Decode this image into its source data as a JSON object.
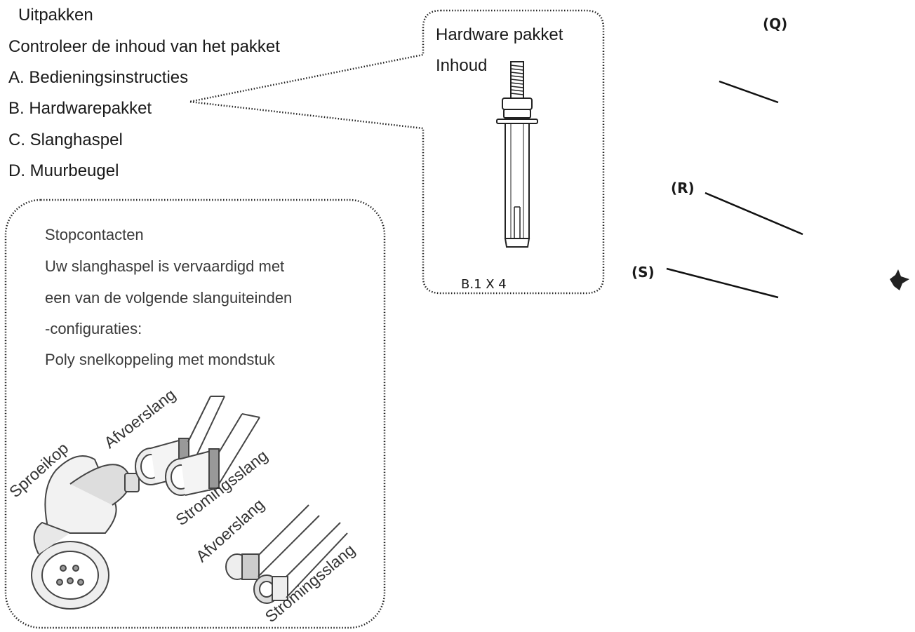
{
  "unpack": {
    "title": "Uitpakken",
    "subtitle": "Controleer de inhoud van het pakket",
    "items": [
      "A. Bedieningsinstructies",
      "B. Hardwarepakket",
      "C. Slanghaspel",
      "D. Muurbeugel"
    ]
  },
  "hardware_box": {
    "title": "Hardware pakket",
    "subtitle": "Inhoud",
    "quantity": "B.1 X 4"
  },
  "outlets_box": {
    "heading": "Stopcontacten",
    "lines": [
      "Uw slanghaspel is vervaardigd met",
      "een van de volgende slanguiteinden",
      "-configuraties:",
      "Poly snelkoppeling met mondstuk"
    ],
    "labels": {
      "nozzle": "Sproeikop",
      "discharge_1": "Afvoerslang",
      "flow_1": "Stromingsslang",
      "discharge_2": "Afvoerslang",
      "flow_2": "Stromingsslang"
    }
  },
  "callouts": {
    "q": "(Q)",
    "r": "(R)",
    "s": "(S)"
  }
}
